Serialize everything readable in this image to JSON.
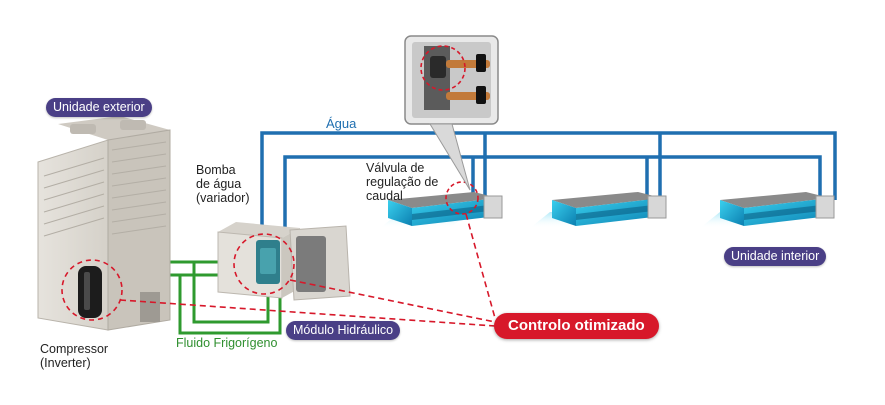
{
  "labels": {
    "outdoor_unit": "Unidade exterior",
    "indoor_unit": "Unidade interior",
    "hydraulic_module": "Módulo Hidráulico",
    "water": "Água",
    "refrigerant": "Fluido Frigorígeno",
    "pump": "Bomba\nde água\n(variador)",
    "valve": "Válvula de\nregulação de\ncaudal",
    "compressor": "Compressor\n(Inverter)",
    "optimized_control": "Controlo otimizado"
  },
  "colors": {
    "water_pipe": "#1f6fb0",
    "refrigerant_pipe": "#2f9a2f",
    "control_line": "#d7182a",
    "label_pill": "#4a3f86"
  }
}
